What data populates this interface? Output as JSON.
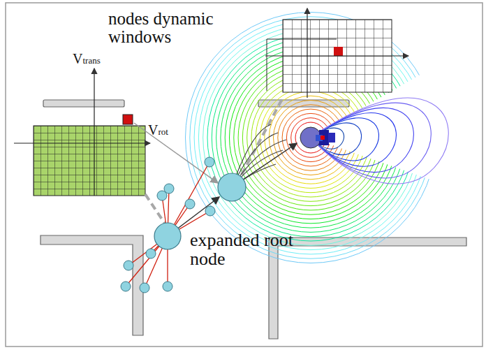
{
  "diagram": {
    "labels": [
      "nodes dynamic windows",
      "Vtrans",
      "Vrot",
      "expanded root node"
    ]
  }
}
